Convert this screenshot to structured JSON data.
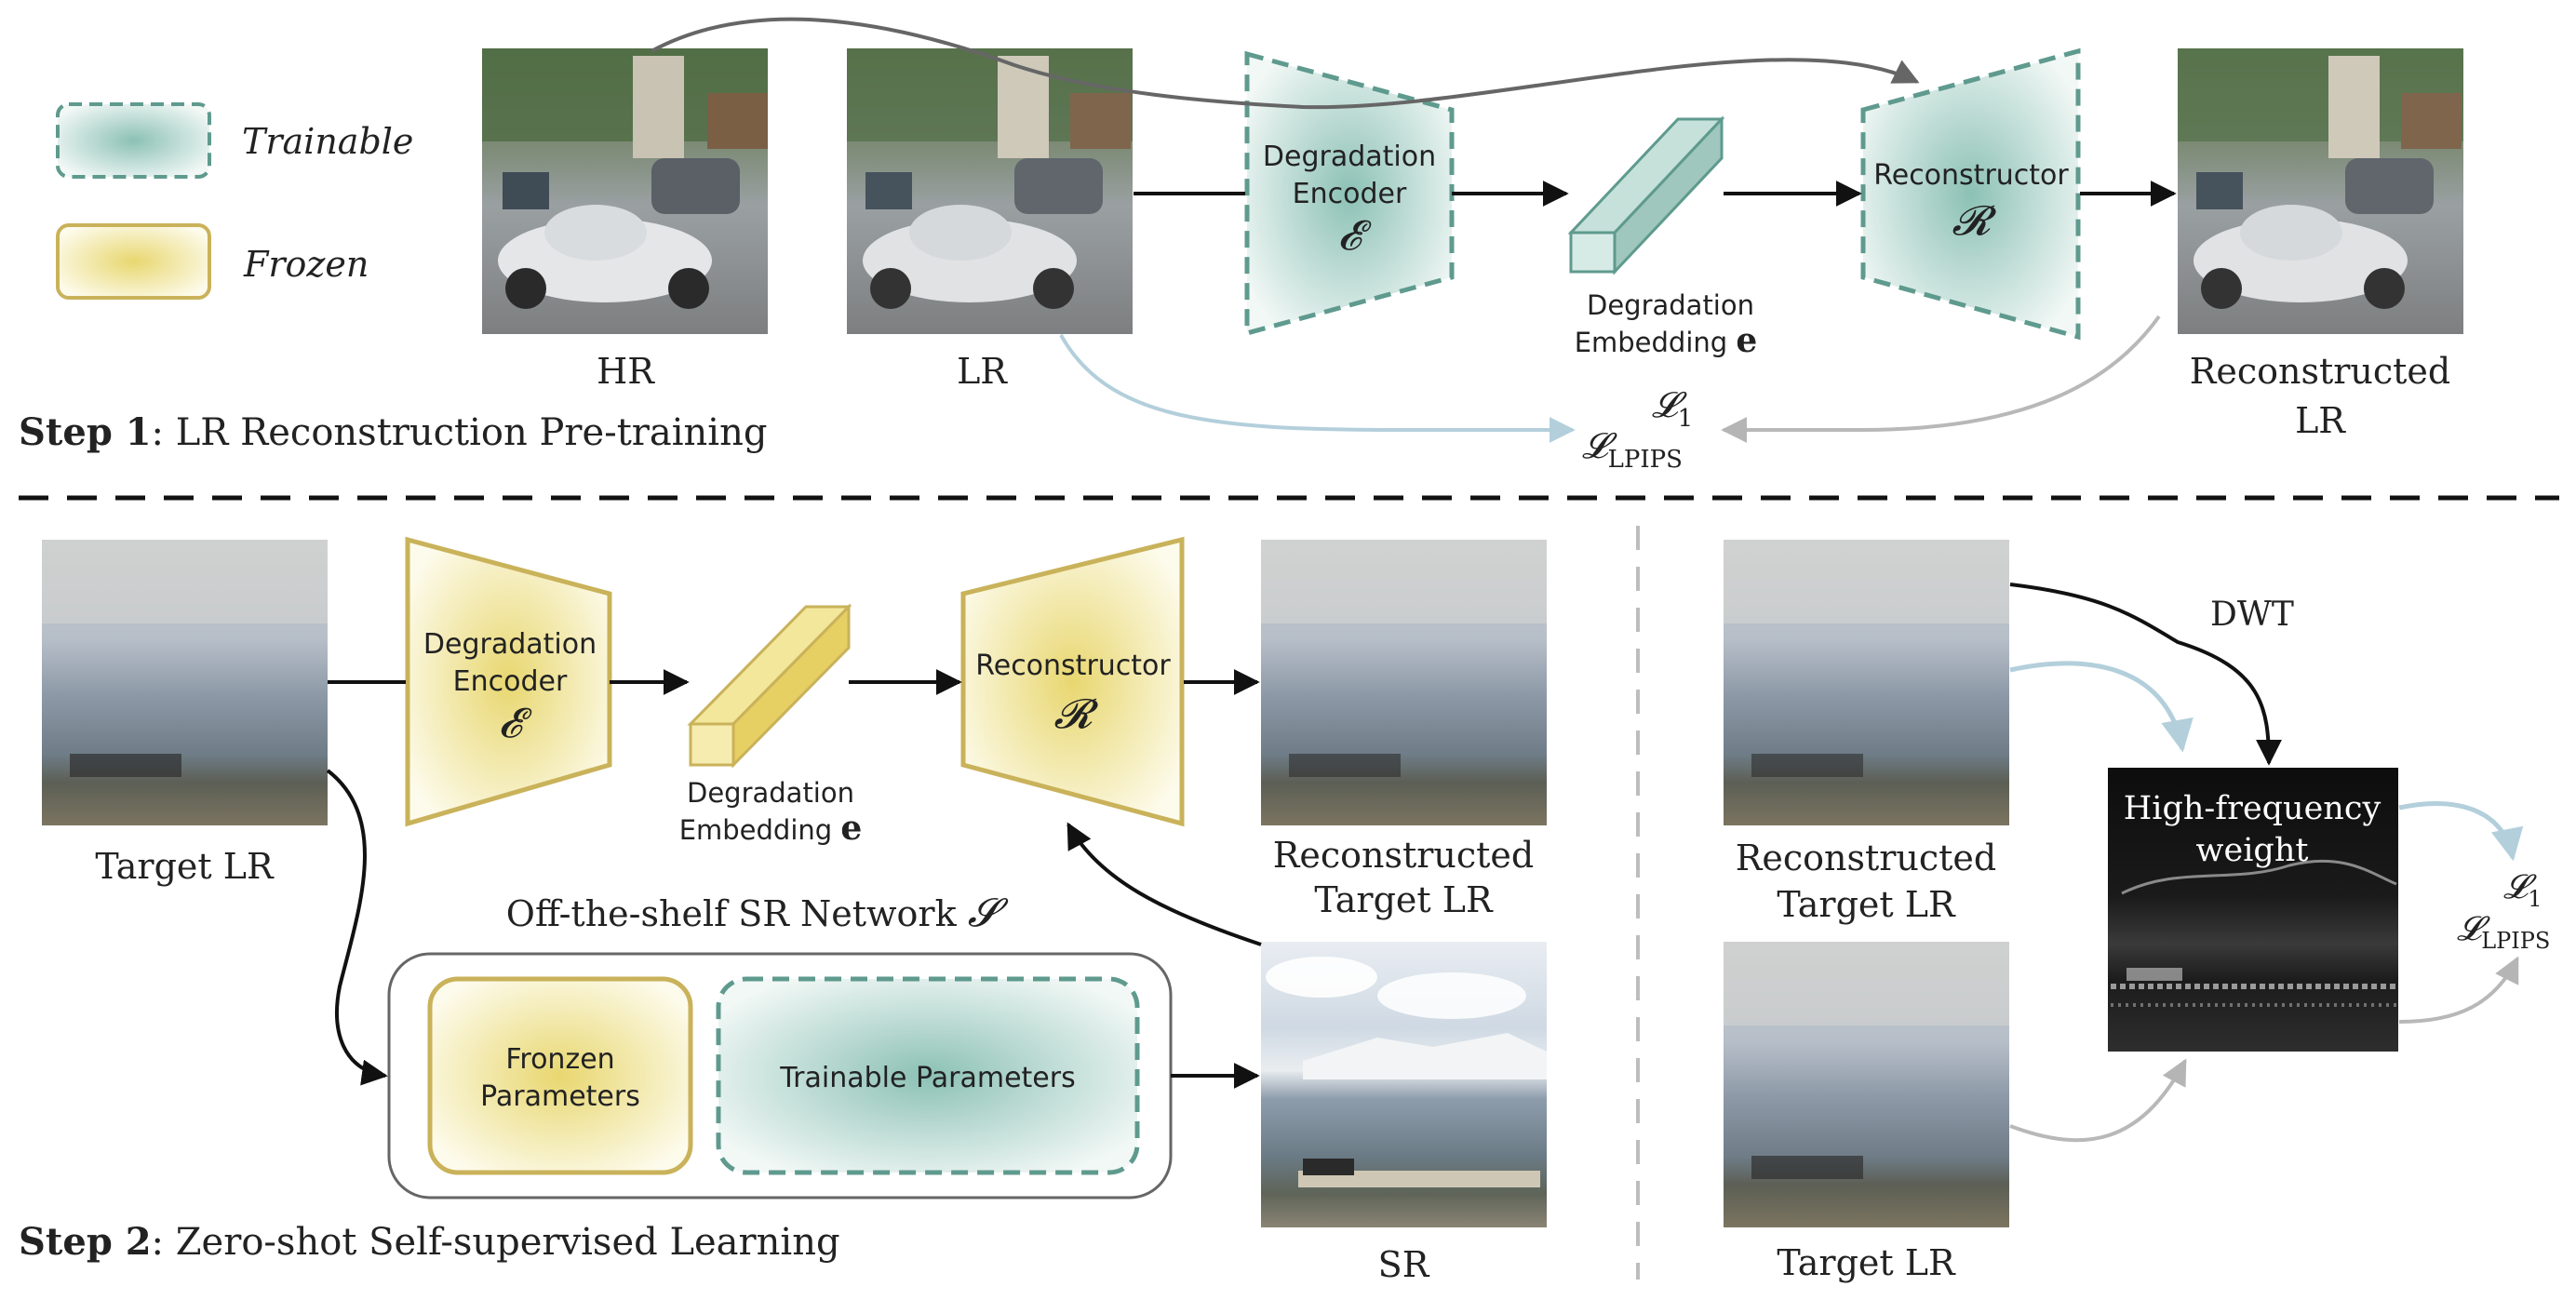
{
  "legend": {
    "trainable": "Trainable",
    "frozen": "Frozen"
  },
  "step1": {
    "title_bold": "Step 1",
    "title_rest": ": LR Reconstruction Pre-training",
    "hr_label": "HR",
    "lr_label": "LR",
    "encoder_line1": "Degradation",
    "encoder_line2": "Encoder",
    "encoder_symbol": "𝓔",
    "embedding_line1": "Degradation",
    "embedding_line2": "Embedding",
    "embedding_symbol": "e",
    "reconstructor_label": "Reconstructor",
    "reconstructor_symbol": "𝓡",
    "output_line1": "Reconstructed",
    "output_line2": "LR",
    "loss1": "𝓛",
    "loss1_sub": "1",
    "loss2": "𝓛",
    "loss2_sub": "LPIPS"
  },
  "step2": {
    "title_bold": "Step 2",
    "title_rest": ": Zero-shot Self-supervised Learning",
    "target_label": "Target LR",
    "encoder_line1": "Degradation",
    "encoder_line2": "Encoder",
    "encoder_symbol": "𝓔",
    "embedding_line1": "Degradation",
    "embedding_line2": "Embedding",
    "embedding_symbol": "e",
    "reconstructor_label": "Reconstructor",
    "reconstructor_symbol": "𝓡",
    "output_line1": "Reconstructed",
    "output_line2": "Target LR",
    "sr_network_label": "Off-the-shelf SR Network",
    "sr_network_symbol": "𝓢",
    "frozen_params_line1": "Fronzen",
    "frozen_params_line2": "Parameters",
    "trainable_params": "Trainable Parameters",
    "sr_label": "SR"
  },
  "loss_panel": {
    "recon_line1": "Reconstructed",
    "recon_line2": "Target LR",
    "target_label": "Target LR",
    "dwt_label": "DWT",
    "hf_line1": "High-frequency",
    "hf_line2": "weight",
    "loss1": "𝓛",
    "loss1_sub": "1",
    "loss2": "𝓛",
    "loss2_sub": "LPIPS"
  },
  "colors": {
    "trainable_stroke": "#5f9a8e",
    "trainable_fill": "#9ccbc1",
    "frozen_stroke": "#c9b25a",
    "frozen_fill": "#efe08a",
    "gray_arrow": "#b8b8b8",
    "blue_arrow": "#b7d2de"
  }
}
